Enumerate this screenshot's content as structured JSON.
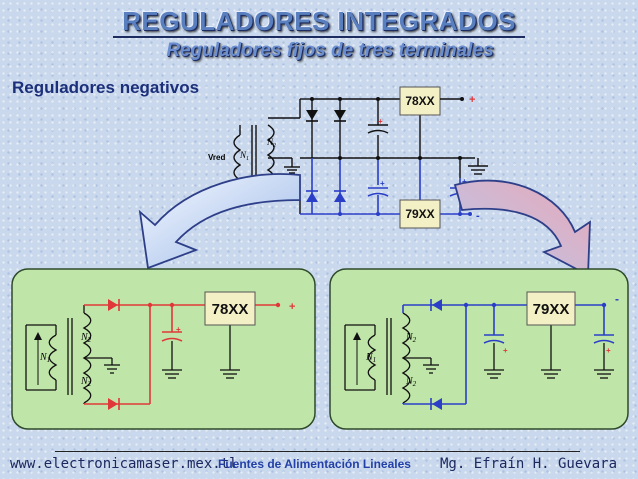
{
  "header": {
    "title": "REGULADORES INTEGRADOS",
    "subtitle": "Reguladores fijos de tres terminales"
  },
  "section_label": "Reguladores negativos",
  "top_diagram": {
    "reg_positive": "78XX",
    "reg_negative": "79XX",
    "plus": "+",
    "minus": "-",
    "n1": "N",
    "n1_sub": "1",
    "n2": "N",
    "n2_sub": "2",
    "vred": "Vred"
  },
  "left_panel": {
    "regulator": "78XX",
    "plus": "+",
    "n1": "N",
    "n1_sub": "1",
    "n2": "N",
    "n2_sub": "2"
  },
  "right_panel": {
    "regulator": "79XX",
    "minus": "-",
    "plus": "+",
    "n1": "N",
    "n1_sub": "1",
    "n2": "N",
    "n2_sub": "2"
  },
  "footer": {
    "left": "www.electronicamaser.mex.tl",
    "center": "Fuentes de Alimentación Lineales",
    "right": "Mg. Efraín  H. Guevara"
  },
  "colors": {
    "accent_blue": "#2a3ec8",
    "accent_red": "#e03838",
    "panel_green": "#bfe6a8",
    "chip_yellow": "#f3f0c6"
  }
}
